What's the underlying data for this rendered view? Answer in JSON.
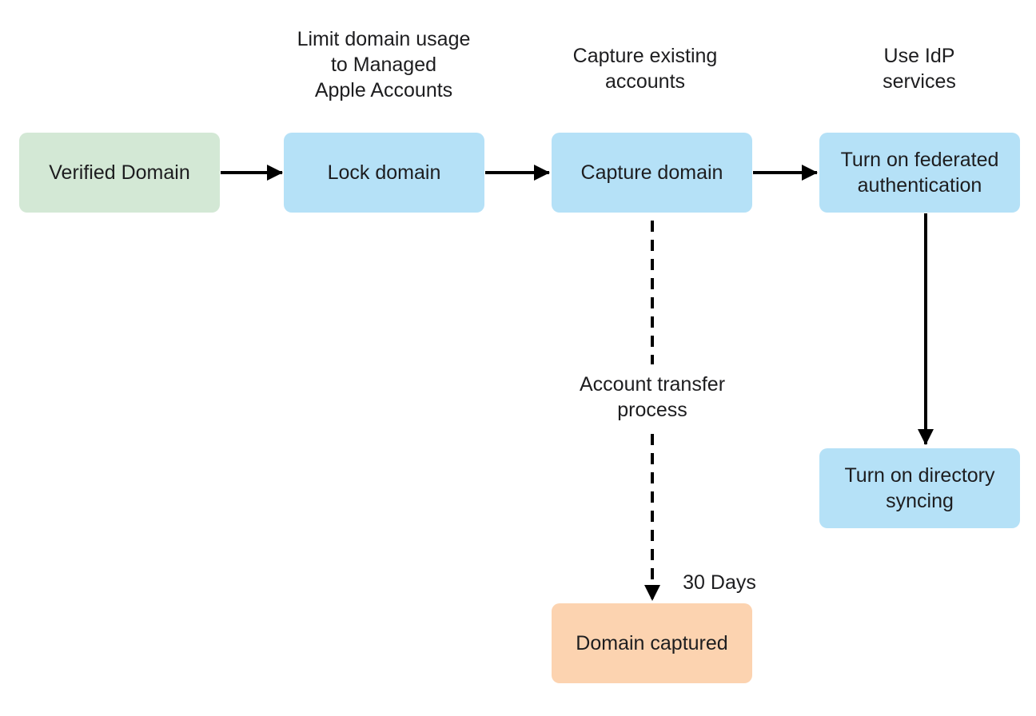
{
  "nodes": {
    "verified_domain": "Verified Domain",
    "lock_domain": "Lock domain",
    "capture_domain": "Capture domain",
    "federated_auth": "Turn on federated\nauthentication",
    "directory_sync": "Turn on directory\nsyncing",
    "domain_captured": "Domain captured"
  },
  "annotations": {
    "lock_note": "Limit domain usage\nto Managed\nApple Accounts",
    "capture_note": "Capture existing\naccounts",
    "idp_note": "Use IdP\nservices",
    "transfer_note": "Account transfer\nprocess",
    "days_note": "30 Days"
  },
  "colors": {
    "verified": "#d3e8d5",
    "step": "#b5e1f7",
    "result": "#fcd3b0",
    "arrow": "#000000"
  }
}
